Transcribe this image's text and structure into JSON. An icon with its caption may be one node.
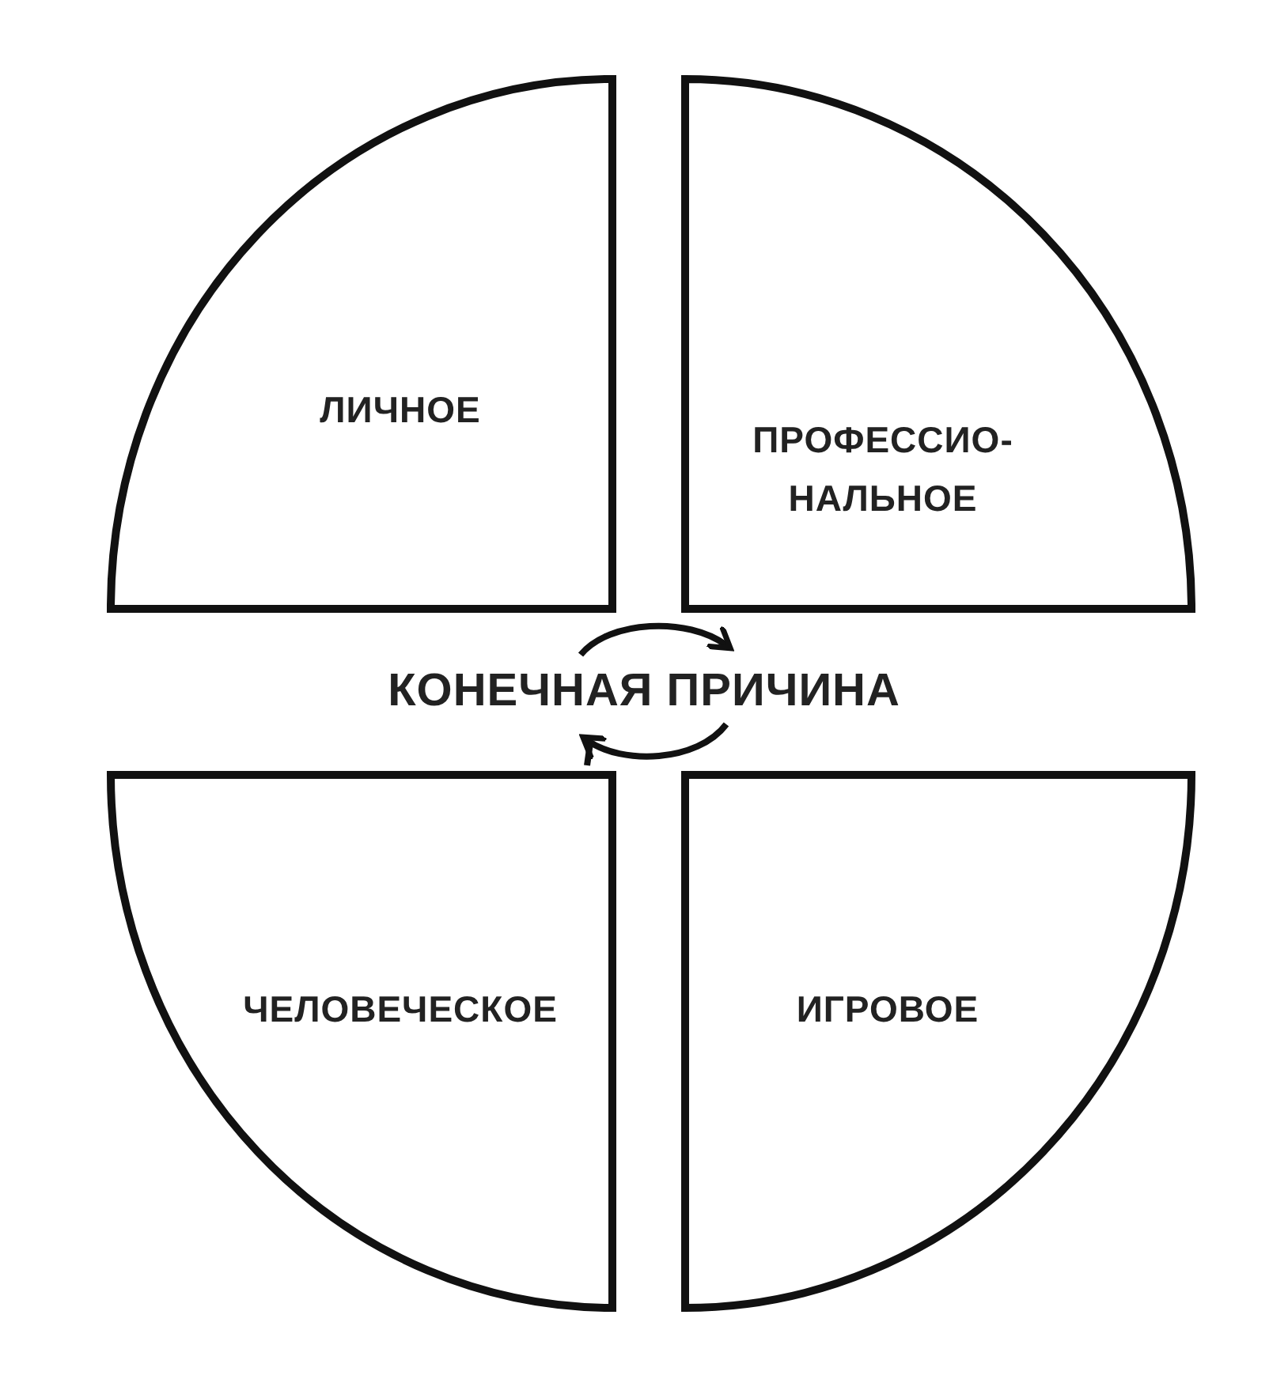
{
  "diagram": {
    "nodes": [
      {
        "text": [
          "ЛИЧНОЕ"
        ]
      },
      {
        "text": [
          "ПРОФЕССИО- НАЛЬНОЕ"
        ]
      },
      {
        "text": [
          "ЧЕЛОВЕЧЕСКОЕ"
        ]
      },
      {
        "text": [
          "ИГРОВОЕ"
        ]
      }
    ],
    "labels": [
      "КОНЕЧНАЯ ПРИЧИНА"
    ]
  }
}
